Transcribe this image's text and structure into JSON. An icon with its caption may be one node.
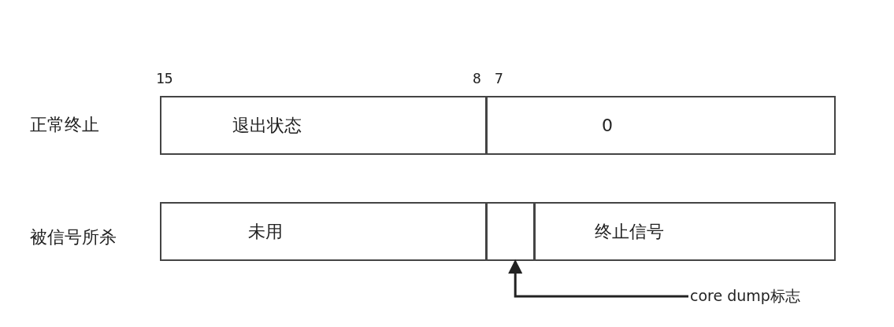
{
  "diagram": {
    "nodes": [
      {
        "text": [
          "退出状态"
        ]
      },
      {
        "text": [
          "0"
        ]
      },
      {
        "text": [
          "未用"
        ]
      },
      {
        "text": [],
        "shape": "box"
      },
      {
        "text": [
          "终止信号"
        ]
      },
      {
        "text": [
          "core dump标志"
        ]
      }
    ],
    "edges": [
      {
        "from": 5,
        "to": 3,
        "arrow": "to"
      }
    ],
    "labels": [
      "15",
      "8",
      "7",
      "正常终止",
      "被信号所杀"
    ]
  }
}
